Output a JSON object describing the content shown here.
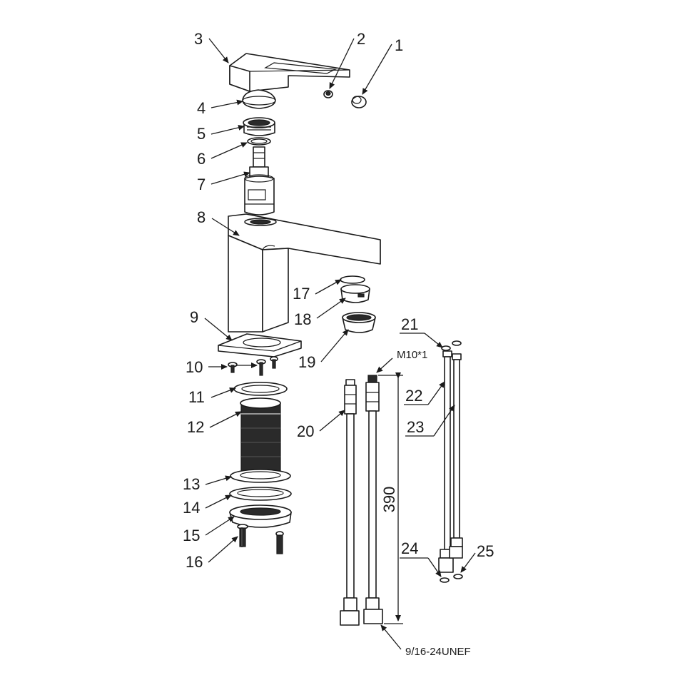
{
  "callouts": [
    "1",
    "2",
    "3",
    "4",
    "5",
    "6",
    "7",
    "8",
    "9",
    "10",
    "11",
    "12",
    "13",
    "14",
    "15",
    "16",
    "17",
    "18",
    "19",
    "20",
    "21",
    "22",
    "23",
    "24",
    "25"
  ],
  "notes": {
    "thread_top": "M10*1",
    "thread_bottom": "9/16-24UNEF",
    "length": "390"
  }
}
